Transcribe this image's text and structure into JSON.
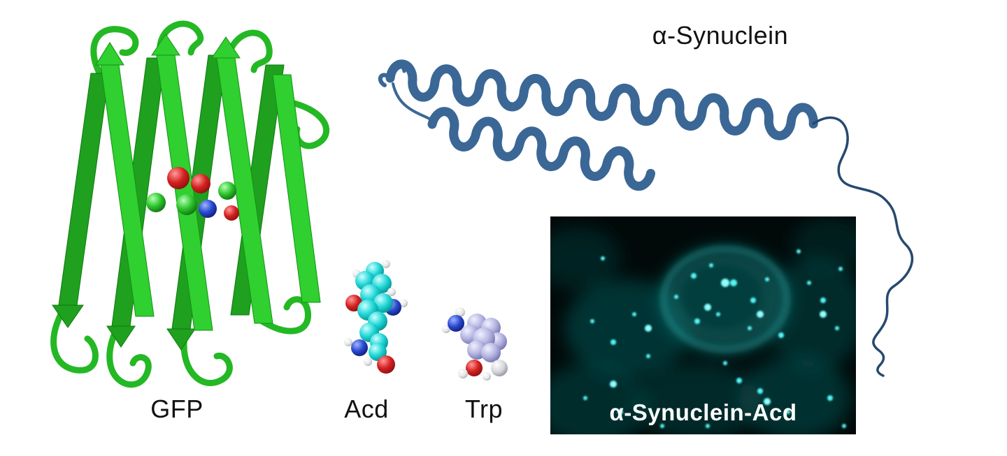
{
  "figure": {
    "labels": {
      "gfp": "GFP",
      "acd": "Acd",
      "trp": "Trp",
      "synuclein": "α-Synuclein",
      "micrograph": "α-Synuclein-Acd"
    },
    "colors": {
      "gfp_green_light": "#2fd02f",
      "gfp_green_dark": "#1fa01f",
      "synuclein_blue": "#3a6795",
      "synuclein_tail_blue": "#27496e",
      "acd_cyan": "#25dede",
      "trp_lavender": "#b8b8e6",
      "oxygen_red": "#d42020",
      "nitrogen_blue": "#2848d0",
      "hydrogen_white": "#f0f0f0",
      "fluorescence_cyan": "#54f4f4",
      "micrograph_background": "#010909",
      "label_text": "#111111",
      "micrograph_label_text": "#ffffff"
    }
  }
}
